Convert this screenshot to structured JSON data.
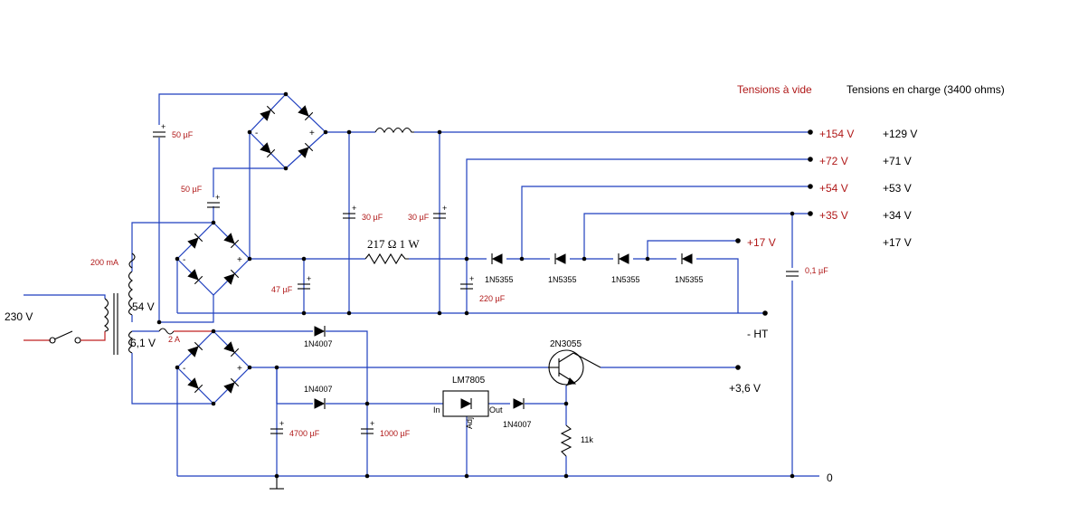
{
  "legend": {
    "no_load": "Tensions à vide",
    "loaded": "Tensions en charge (3400 ohms)"
  },
  "outputs": [
    {
      "no_load": "+154 V",
      "loaded": "+129 V"
    },
    {
      "no_load": "+72 V",
      "loaded": "+71 V"
    },
    {
      "no_load": "+54 V",
      "loaded": "+53 V"
    },
    {
      "no_load": "+35 V",
      "loaded": "+34 V"
    },
    {
      "no_load": "+17 V",
      "loaded": "+17 V"
    }
  ],
  "labels": {
    "mains": "230 V",
    "fuse_hv": "200 mA",
    "fuse_lv": "2 A",
    "winding_hv": "54 V",
    "winding_lv": "6,1 V",
    "hv_ground": "- HT",
    "ground": "0",
    "filament_out": "+3,6 V"
  },
  "components": {
    "c50a": "50 µF",
    "c50b": "50 µF",
    "c30a": "30 µF",
    "c30b": "30 µF",
    "c47": "47 µF",
    "c220": "220 µF",
    "c100n": "0,1 µF",
    "c4700": "4700 µF",
    "c1000": "1000 µF",
    "resistor": "217 Ω 1 W",
    "zener1": "1N5355",
    "zener2": "1N5355",
    "zener3": "1N5355",
    "zener4": "1N5355",
    "d1": "1N4007",
    "d2": "1N4007",
    "d3": "1N4007",
    "regulator": "LM7805",
    "reg_in": "In",
    "reg_out": "Out",
    "reg_adj": "Adj",
    "transistor": "2N3055",
    "r11k": "11k"
  },
  "colors": {
    "wire": "#1f3fbf",
    "accent": "#b01818",
    "ink": "#000000"
  }
}
